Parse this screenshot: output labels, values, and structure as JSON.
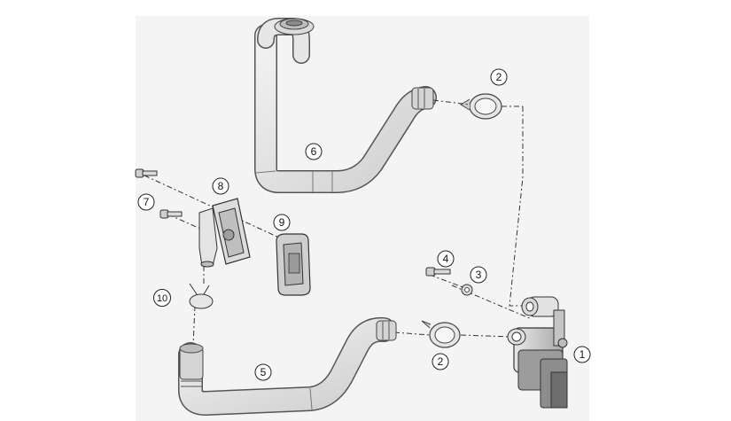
{
  "callouts": [
    {
      "id": "callout-1",
      "label": "1"
    },
    {
      "id": "callout-2-top",
      "label": "2"
    },
    {
      "id": "callout-2-bottom",
      "label": "2"
    },
    {
      "id": "callout-3",
      "label": "3"
    },
    {
      "id": "callout-4",
      "label": "4"
    },
    {
      "id": "callout-5",
      "label": "5"
    },
    {
      "id": "callout-6",
      "label": "6"
    },
    {
      "id": "callout-7",
      "label": "7"
    },
    {
      "id": "callout-8",
      "label": "8"
    },
    {
      "id": "callout-9",
      "label": "9"
    },
    {
      "id": "callout-10",
      "label": "10"
    }
  ]
}
